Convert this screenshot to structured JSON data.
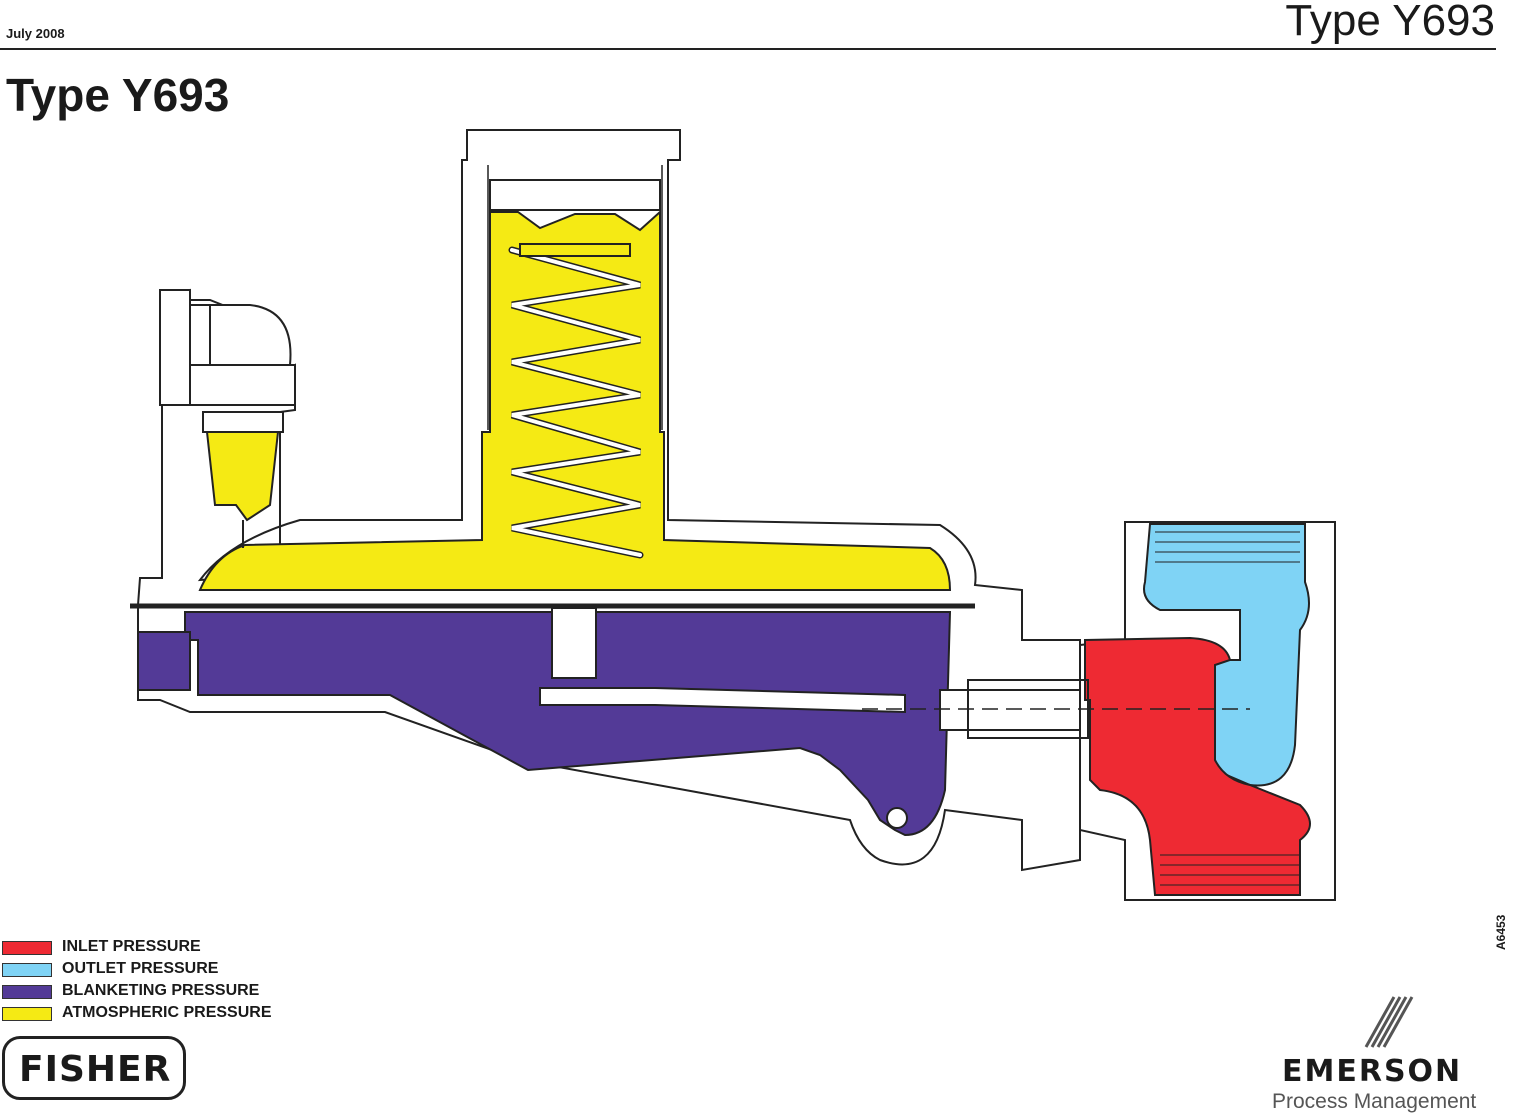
{
  "header": {
    "date": "July 2008",
    "title": "Type Y693"
  },
  "main_title": "Type Y693",
  "figure_code": "A6453",
  "colors": {
    "inlet": "#ee2a33",
    "outlet": "#7fd3f5",
    "blanketing": "#533a97",
    "atmospheric": "#f5ea14"
  },
  "legend": [
    {
      "label": "INLET PRESSURE",
      "color": "#ee2a33"
    },
    {
      "label": "OUTLET PRESSURE",
      "color": "#7fd3f5"
    },
    {
      "label": "BLANKETING PRESSURE",
      "color": "#533a97"
    },
    {
      "label": "ATMOSPHERIC PRESSURE",
      "color": "#f5ea14"
    }
  ],
  "logos": {
    "fisher": "FISHER",
    "emerson": "EMERSON",
    "emerson_sub": "Process Management"
  }
}
